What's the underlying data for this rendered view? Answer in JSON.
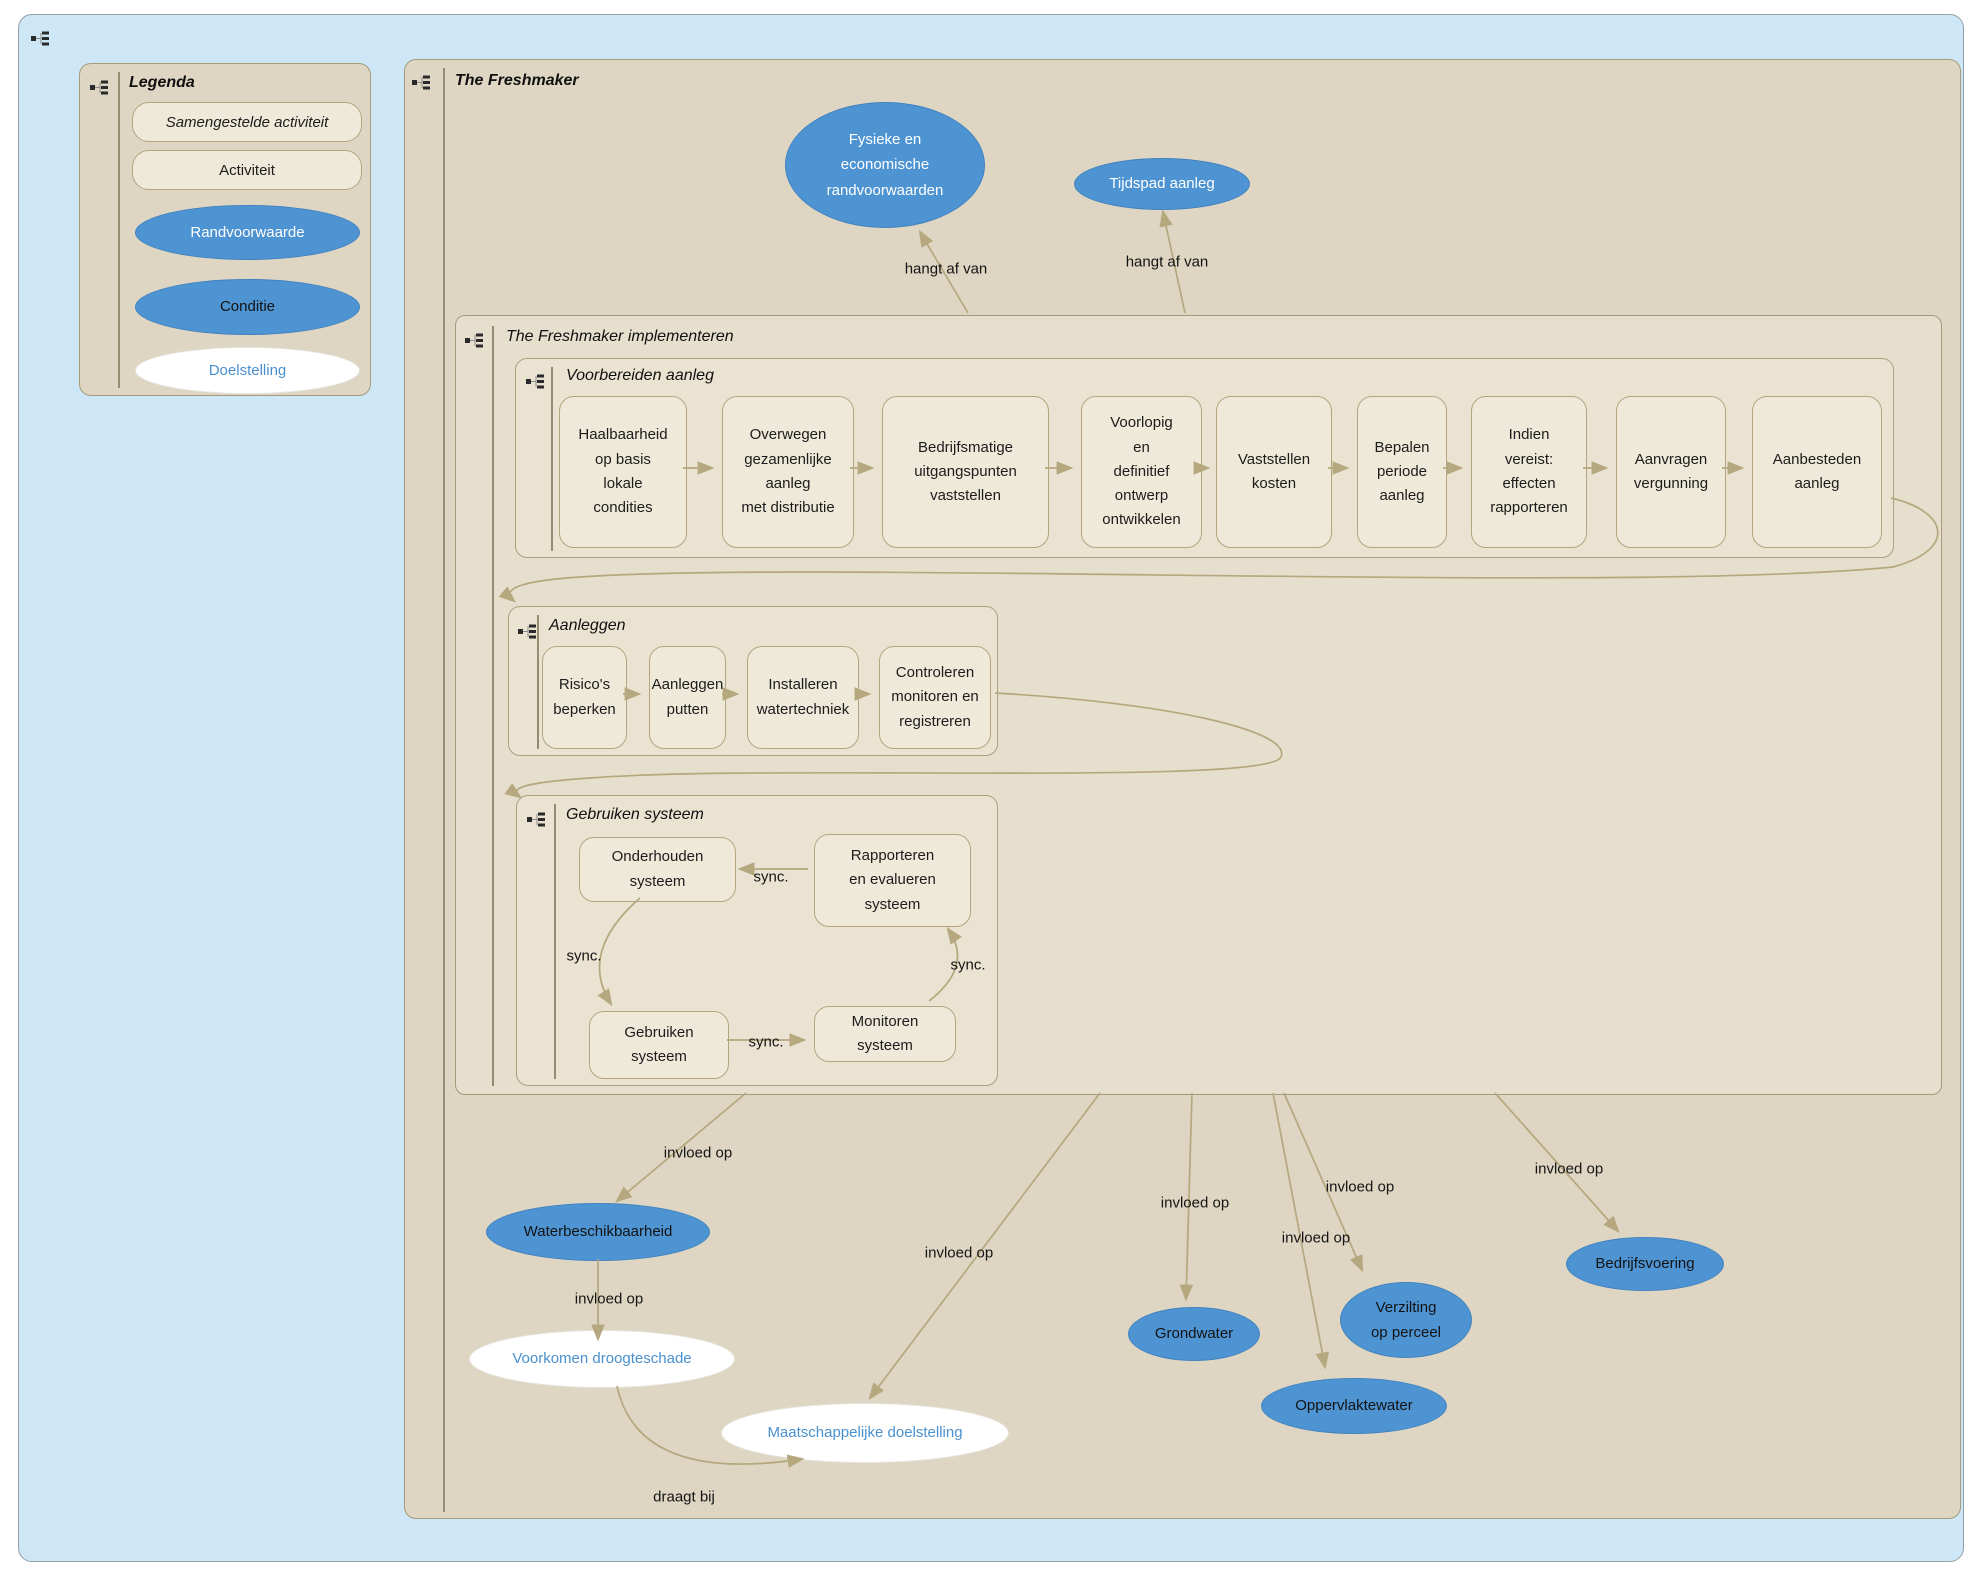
{
  "legend": {
    "title": "Legenda",
    "composite_activity": "Samengestelde activiteit",
    "activity": "Activiteit",
    "precondition": "Randvoorwaarde",
    "condition": "Conditie",
    "goal": "Doelstelling"
  },
  "diagram": {
    "title": "The Freshmaker",
    "preconditions": {
      "physical_economic": "Fysieke en\neconomische\nrandvoorwaarden",
      "timeline": "Tijdspad aanleg"
    },
    "implementation": {
      "title": "The Freshmaker implementeren",
      "prepare": {
        "title": "Voorbereiden aanleg",
        "steps": [
          "Haalbaarheid\nop basis\nlokale\ncondities",
          "Overwegen\ngezamenlijke\naanleg\nmet distributie",
          "Bedrijfsmatige\nuitgangspunten\nvaststellen",
          "Voorlopig\nen\ndefinitief\nontwerp\nontwikkelen",
          "Vaststellen\nkosten",
          "Bepalen\nperiode\naanleg",
          "Indien\nvereist:\neffecten\nrapporteren",
          "Aanvragen\nvergunning",
          "Aanbesteden\naanleg"
        ]
      },
      "construct": {
        "title": "Aanleggen",
        "steps": [
          "Risico's\nbeperken",
          "Aanleggen\nputten",
          "Installeren\nwatertechniek",
          "Controleren\nmonitoren en\nregistreren"
        ]
      },
      "use": {
        "title": "Gebruiken systeem",
        "steps": [
          "Onderhouden\nsysteem",
          "Rapporteren\nen evalueren\nsysteem",
          "Gebruiken\nsysteem",
          "Monitoren\nsysteem"
        ]
      }
    },
    "conditions": {
      "water_availability": "Waterbeschikbaarheid",
      "groundwater": "Grondwater",
      "salinization": "Verzilting\nop perceel",
      "surface_water": "Oppervlaktewater",
      "business_operations": "Bedrijfsvoering"
    },
    "goals": {
      "drought_damage": "Voorkomen droogteschade",
      "societal": "Maatschappelijke doelstelling"
    },
    "edge_labels": {
      "depends_on": "hangt af van",
      "influences": "invloed op",
      "contributes": "draagt bij",
      "sync": "sync."
    },
    "colors": {
      "canvas_blue": "#cde7f7",
      "panel_tan": "#ded6c3",
      "panel_tan_light": "#e6dfcd",
      "subpanel_tan": "#eae3d2",
      "box_fill": "#efe9da",
      "box_border": "#b3a67f",
      "ellipse_blue": "#4e94d3",
      "goal_text_blue": "#4a90cf",
      "connector": "#b5a77e"
    }
  }
}
